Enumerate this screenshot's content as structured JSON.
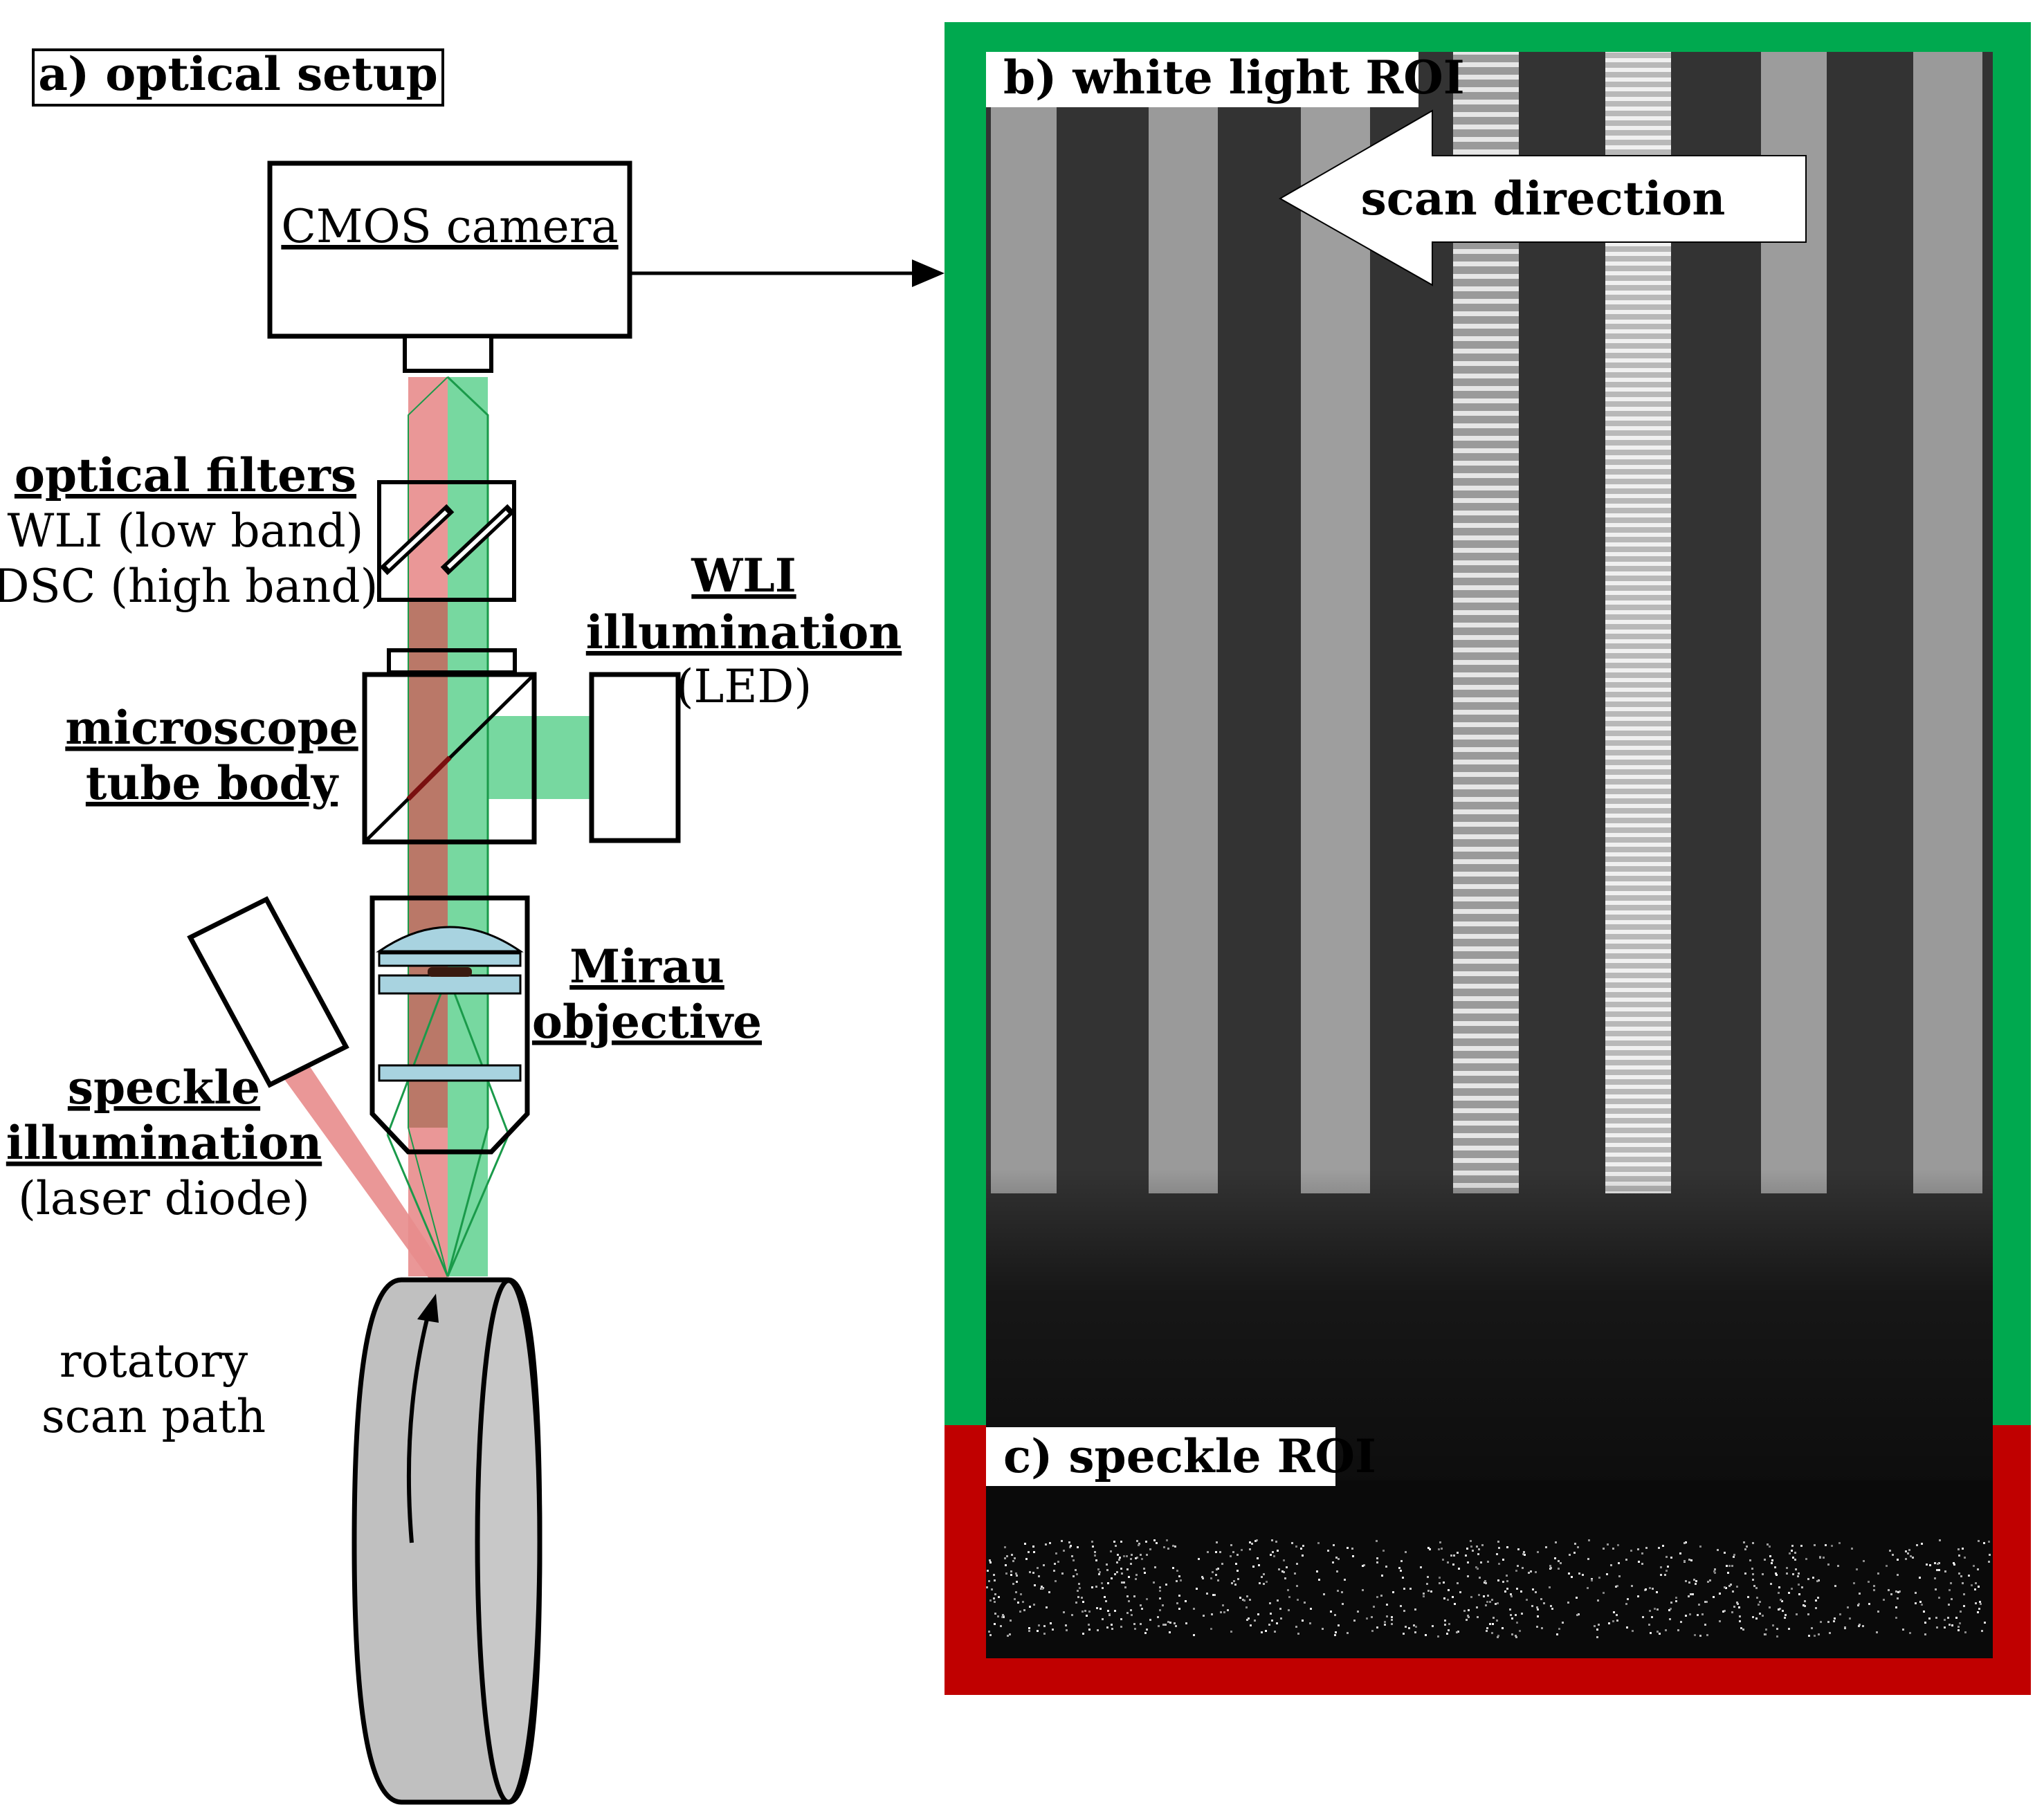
{
  "panels": {
    "optical_setup_label": "a) optical setup",
    "white_light_label": "b) white light ROI",
    "speckle_label": "c) speckle ROI"
  },
  "components": {
    "camera": "CMOS camera",
    "filters_title": "optical filters",
    "filters_line1": "WLI (low band)",
    "filters_line2": "DSC (high band)",
    "tube_line1": "microscope",
    "tube_line2": "tube body",
    "wli_line1": "WLI",
    "wli_line2": "illumination",
    "wli_line3": "(LED)",
    "mirau_line1": "Mirau",
    "mirau_line2": "objective",
    "speckle_line1": "speckle",
    "speckle_line2": "illumination",
    "speckle_line3": "(laser diode)",
    "scan_line1": "rotatory",
    "scan_line2": "scan path"
  },
  "image": {
    "scan_direction": "scan direction"
  },
  "colors": {
    "green_frame": "#00a94f",
    "red_frame": "#c00000",
    "green_beam": "#5fd18f",
    "red_beam": "#e88c8c",
    "cylinder": "#c0c0c0",
    "lens_blue": "#a8d3e0"
  }
}
